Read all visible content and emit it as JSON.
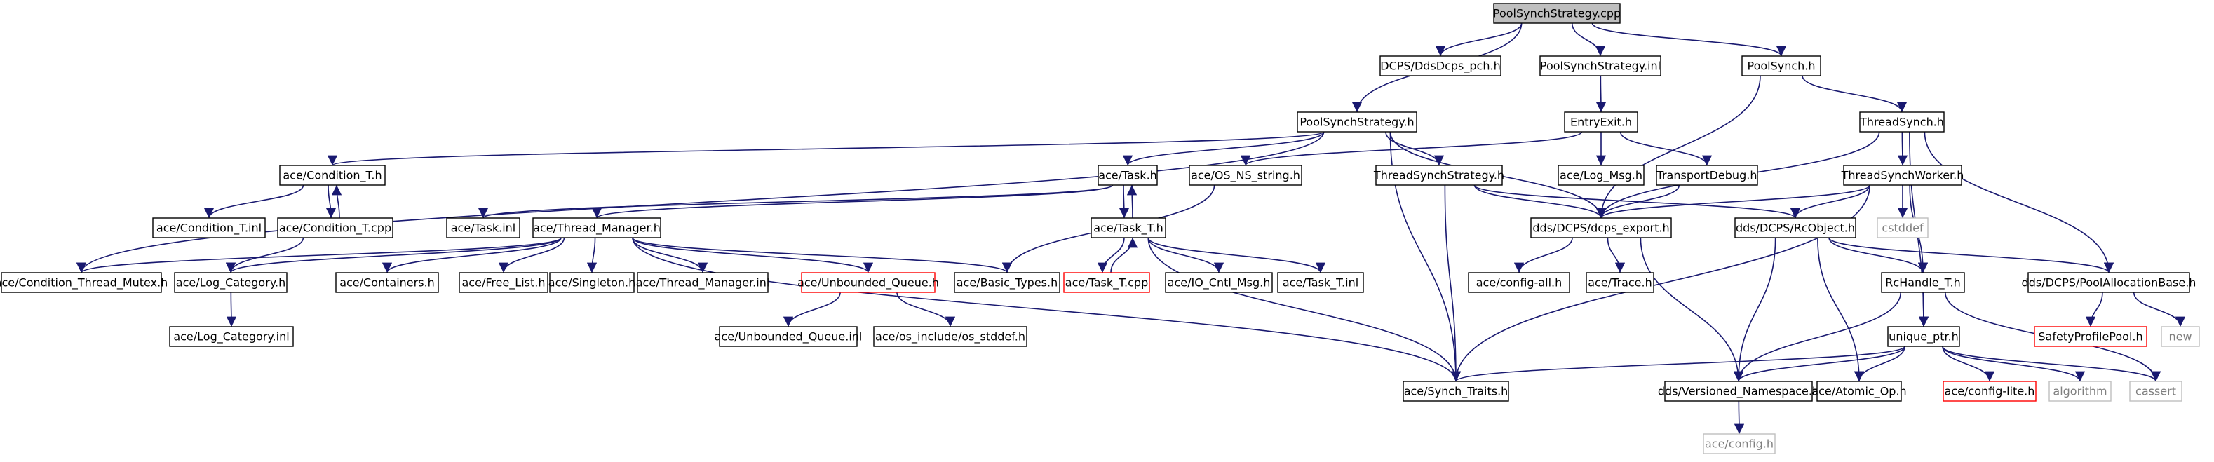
{
  "diagram": {
    "type": "include-dependency-graph",
    "colors": {
      "edge": "#191970",
      "node_border": "#000000",
      "root_fill": "#bfbfbf",
      "missing_border": "#ff0000",
      "external_border": "#bfbfbf",
      "external_text": "#7f7f7f"
    },
    "nodes": [
      {
        "id": "n_root",
        "label": "PoolSynchStrategy.cpp",
        "kind": "root"
      },
      {
        "id": "n_pch",
        "label": "DCPS/DdsDcps_pch.h",
        "kind": "normal"
      },
      {
        "id": "n_psinl",
        "label": "PoolSynchStrategy.inl",
        "kind": "normal"
      },
      {
        "id": "n_poolsynch",
        "label": "PoolSynch.h",
        "kind": "normal"
      },
      {
        "id": "n_psh",
        "label": "PoolSynchStrategy.h",
        "kind": "normal"
      },
      {
        "id": "n_entryexit",
        "label": "EntryExit.h",
        "kind": "normal"
      },
      {
        "id": "n_threadsynch",
        "label": "ThreadSynch.h",
        "kind": "normal"
      },
      {
        "id": "n_condT",
        "label": "ace/Condition_T.h",
        "kind": "normal"
      },
      {
        "id": "n_task",
        "label": "ace/Task.h",
        "kind": "normal"
      },
      {
        "id": "n_osns",
        "label": "ace/OS_NS_string.h",
        "kind": "normal"
      },
      {
        "id": "n_tss",
        "label": "ThreadSynchStrategy.h",
        "kind": "normal"
      },
      {
        "id": "n_logmsg",
        "label": "ace/Log_Msg.h",
        "kind": "normal"
      },
      {
        "id": "n_tdebug",
        "label": "TransportDebug.h",
        "kind": "normal"
      },
      {
        "id": "n_tsw",
        "label": "ThreadSynchWorker.h",
        "kind": "normal"
      },
      {
        "id": "n_condTinl",
        "label": "ace/Condition_T.inl",
        "kind": "normal"
      },
      {
        "id": "n_condTcpp",
        "label": "ace/Condition_T.cpp",
        "kind": "normal"
      },
      {
        "id": "n_taskinl",
        "label": "ace/Task.inl",
        "kind": "normal"
      },
      {
        "id": "n_threadmgr",
        "label": "ace/Thread_Manager.h",
        "kind": "normal"
      },
      {
        "id": "n_taskT",
        "label": "ace/Task_T.h",
        "kind": "normal"
      },
      {
        "id": "n_dcpsexport",
        "label": "dds/DCPS/dcps_export.h",
        "kind": "normal"
      },
      {
        "id": "n_cstddef",
        "label": "cstddef",
        "kind": "external"
      },
      {
        "id": "n_rcobject",
        "label": "dds/DCPS/RcObject.h",
        "kind": "normal"
      },
      {
        "id": "n_condmutex",
        "label": "ace/Condition_Thread_Mutex.h",
        "kind": "normal"
      },
      {
        "id": "n_logcat",
        "label": "ace/Log_Category.h",
        "kind": "normal"
      },
      {
        "id": "n_containers",
        "label": "ace/Containers.h",
        "kind": "normal"
      },
      {
        "id": "n_freelist",
        "label": "ace/Free_List.h",
        "kind": "normal"
      },
      {
        "id": "n_singleton",
        "label": "ace/Singleton.h",
        "kind": "normal"
      },
      {
        "id": "n_threadmgrinl",
        "label": "ace/Thread_Manager.inl",
        "kind": "normal"
      },
      {
        "id": "n_unbq",
        "label": "ace/Unbounded_Queue.h",
        "kind": "missing"
      },
      {
        "id": "n_basictypes",
        "label": "ace/Basic_Types.h",
        "kind": "normal"
      },
      {
        "id": "n_taskTcpp",
        "label": "ace/Task_T.cpp",
        "kind": "missing"
      },
      {
        "id": "n_iocntl",
        "label": "ace/IO_Cntl_Msg.h",
        "kind": "normal"
      },
      {
        "id": "n_taskTinl",
        "label": "ace/Task_T.inl",
        "kind": "normal"
      },
      {
        "id": "n_configall",
        "label": "ace/config-all.h",
        "kind": "normal"
      },
      {
        "id": "n_trace",
        "label": "ace/Trace.h",
        "kind": "normal"
      },
      {
        "id": "n_rchandle",
        "label": "RcHandle_T.h",
        "kind": "normal"
      },
      {
        "id": "n_poolalloc",
        "label": "dds/DCPS/PoolAllocationBase.h",
        "kind": "normal"
      },
      {
        "id": "n_logcatinl",
        "label": "ace/Log_Category.inl",
        "kind": "normal"
      },
      {
        "id": "n_unbqinl",
        "label": "ace/Unbounded_Queue.inl",
        "kind": "normal"
      },
      {
        "id": "n_osstddef",
        "label": "ace/os_include/os_stddef.h",
        "kind": "normal"
      },
      {
        "id": "n_uniqueptr",
        "label": "unique_ptr.h",
        "kind": "normal"
      },
      {
        "id": "n_spp",
        "label": "SafetyProfilePool.h",
        "kind": "missing"
      },
      {
        "id": "n_new",
        "label": "new",
        "kind": "external"
      },
      {
        "id": "n_synchtraits",
        "label": "ace/Synch_Traits.h",
        "kind": "normal"
      },
      {
        "id": "n_versioned",
        "label": "dds/Versioned_Namespace.h",
        "kind": "normal"
      },
      {
        "id": "n_atomic",
        "label": "ace/Atomic_Op.h",
        "kind": "normal"
      },
      {
        "id": "n_configlite",
        "label": "ace/config-lite.h",
        "kind": "missing"
      },
      {
        "id": "n_algorithm",
        "label": "algorithm",
        "kind": "external"
      },
      {
        "id": "n_cassert",
        "label": "cassert",
        "kind": "external"
      },
      {
        "id": "n_config",
        "label": "ace/config.h",
        "kind": "external"
      }
    ],
    "edges": [
      [
        "n_root",
        "n_pch"
      ],
      [
        "n_root",
        "n_psinl"
      ],
      [
        "n_root",
        "n_poolsynch"
      ],
      [
        "n_root",
        "n_psh"
      ],
      [
        "n_psinl",
        "n_entryexit"
      ],
      [
        "n_poolsynch",
        "n_threadsynch"
      ],
      [
        "n_poolsynch",
        "n_dcpsexport"
      ],
      [
        "n_psh",
        "n_condT"
      ],
      [
        "n_psh",
        "n_task"
      ],
      [
        "n_psh",
        "n_tss"
      ],
      [
        "n_psh",
        "n_dcpsexport"
      ],
      [
        "n_psh",
        "n_condmutex"
      ],
      [
        "n_psh",
        "n_synchtraits"
      ],
      [
        "n_entryexit",
        "n_osns"
      ],
      [
        "n_entryexit",
        "n_logmsg"
      ],
      [
        "n_entryexit",
        "n_tdebug"
      ],
      [
        "n_threadsynch",
        "n_tsw"
      ],
      [
        "n_threadsynch",
        "n_dcpsexport"
      ],
      [
        "n_threadsynch",
        "n_poolalloc"
      ],
      [
        "n_threadsynch",
        "n_uniqueptr"
      ],
      [
        "n_condT",
        "n_condTinl"
      ],
      [
        "n_condT",
        "n_condTcpp"
      ],
      [
        "n_condTcpp",
        "n_condT"
      ],
      [
        "n_condTcpp",
        "n_logcat"
      ],
      [
        "n_task",
        "n_taskinl"
      ],
      [
        "n_task",
        "n_threadmgr"
      ],
      [
        "n_task",
        "n_taskT"
      ],
      [
        "n_osns",
        "n_basictypes"
      ],
      [
        "n_tss",
        "n_dcpsexport"
      ],
      [
        "n_tss",
        "n_rcobject"
      ],
      [
        "n_tss",
        "n_synchtraits"
      ],
      [
        "n_tdebug",
        "n_dcpsexport"
      ],
      [
        "n_tsw",
        "n_cstddef"
      ],
      [
        "n_tsw",
        "n_dcpsexport"
      ],
      [
        "n_tsw",
        "n_rcobject"
      ],
      [
        "n_tsw",
        "n_rchandle"
      ],
      [
        "n_tsw",
        "n_synchtraits"
      ],
      [
        "n_threadmgr",
        "n_condmutex"
      ],
      [
        "n_threadmgr",
        "n_logcat"
      ],
      [
        "n_threadmgr",
        "n_containers"
      ],
      [
        "n_threadmgr",
        "n_freelist"
      ],
      [
        "n_threadmgr",
        "n_singleton"
      ],
      [
        "n_threadmgr",
        "n_threadmgrinl"
      ],
      [
        "n_threadmgr",
        "n_unbq"
      ],
      [
        "n_threadmgr",
        "n_basictypes"
      ],
      [
        "n_threadmgr",
        "n_synchtraits"
      ],
      [
        "n_taskT",
        "n_task"
      ],
      [
        "n_taskT",
        "n_taskTcpp"
      ],
      [
        "n_taskT",
        "n_iocntl"
      ],
      [
        "n_taskT",
        "n_taskTinl"
      ],
      [
        "n_taskT",
        "n_synchtraits"
      ],
      [
        "n_taskTcpp",
        "n_taskT"
      ],
      [
        "n_dcpsexport",
        "n_configall"
      ],
      [
        "n_dcpsexport",
        "n_trace"
      ],
      [
        "n_dcpsexport",
        "n_versioned"
      ],
      [
        "n_rcobject",
        "n_rchandle"
      ],
      [
        "n_rcobject",
        "n_poolalloc"
      ],
      [
        "n_rcobject",
        "n_versioned"
      ],
      [
        "n_rcobject",
        "n_atomic"
      ],
      [
        "n_rchandle",
        "n_uniqueptr"
      ],
      [
        "n_rchandle",
        "n_versioned"
      ],
      [
        "n_rchandle",
        "n_cassert"
      ],
      [
        "n_poolalloc",
        "n_spp"
      ],
      [
        "n_poolalloc",
        "n_new"
      ],
      [
        "n_logcat",
        "n_logcatinl"
      ],
      [
        "n_unbq",
        "n_unbqinl"
      ],
      [
        "n_unbq",
        "n_osstddef"
      ],
      [
        "n_uniqueptr",
        "n_synchtraits"
      ],
      [
        "n_uniqueptr",
        "n_versioned"
      ],
      [
        "n_uniqueptr",
        "n_atomic"
      ],
      [
        "n_uniqueptr",
        "n_configlite"
      ],
      [
        "n_uniqueptr",
        "n_algorithm"
      ],
      [
        "n_uniqueptr",
        "n_cassert"
      ],
      [
        "n_versioned",
        "n_config"
      ]
    ]
  }
}
